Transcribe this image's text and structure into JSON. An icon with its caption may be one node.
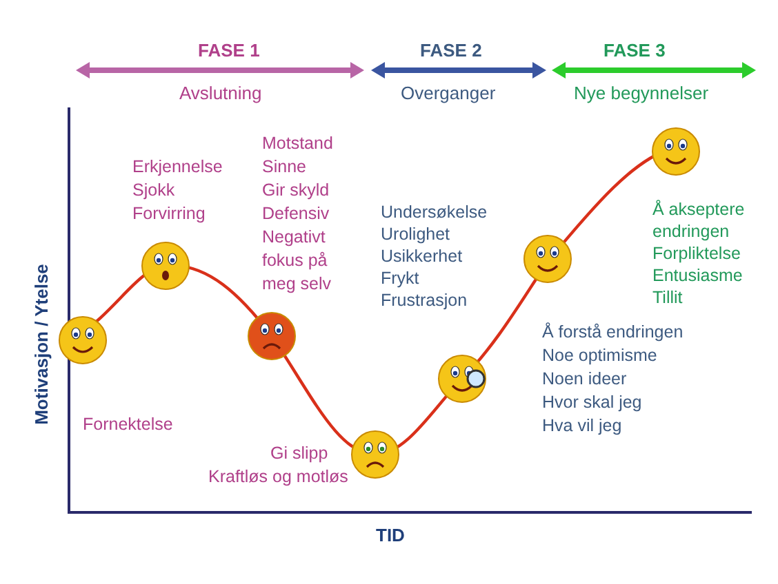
{
  "diagram": {
    "labels": [
      "FASE 1",
      "FASE 2",
      "FASE 3",
      "Avslutning",
      "Overganger",
      "Nye begynnelser",
      "Erkjennelse",
      "Sjokk",
      "Forvirring",
      "Motstand",
      "Sinne",
      "Gir skyld",
      "Defensiv",
      "Negativt",
      "fokus på",
      "meg selv",
      "Undersøkelse",
      "Urolighet",
      "Usikkerhet",
      "Frykt",
      "Frustrasjon",
      "Å akseptere",
      "endringen",
      "Forpliktelse",
      "Entusiasme",
      "Tillit",
      "Å forstå endringen",
      "Noe optimisme",
      "Noen ideer",
      "Hvor skal jeg",
      "Fornektelse",
      "Hva vil jeg",
      "Gi slipp",
      "Kraftløs og motløs",
      "Motivasjon / Ytelse",
      "TID"
    ]
  }
}
